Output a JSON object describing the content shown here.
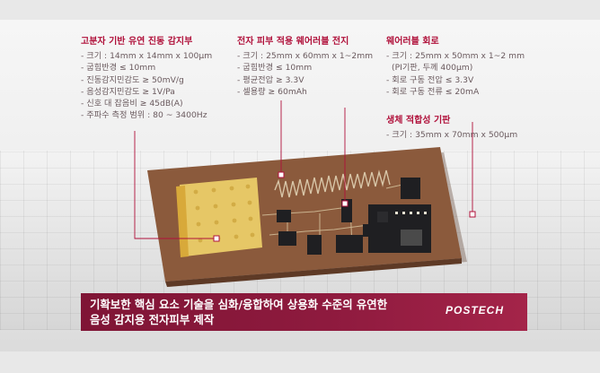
{
  "specs": {
    "sensor": {
      "title": "고분자 기반 유연 진동 감지부",
      "lines": [
        "- 크기 : 14mm x 14mm x 100μm",
        "- 굽힘반경 ≤ 10mm",
        "- 진동감지민감도 ≥ 50mV/g",
        "- 음성감지민감도 ≥ 1V/Pa",
        "- 신호 대 잡음비 ≥ 45dB(A)",
        "- 주파수 측정 범위 : 80 ~ 3400Hz"
      ]
    },
    "battery": {
      "title": "전자 피부 적용 웨어러블 전지",
      "lines": [
        "- 크기 : 25mm x 60mm x 1~2mm",
        "- 굽힘반경 ≤ 10mm",
        "- 평균전압 ≥ 3.3V",
        "- 셀용량 ≥ 60mAh"
      ]
    },
    "circuit": {
      "title": "웨어러블 회로",
      "lines": [
        "- 크기 : 25mm x 50mm x 1~2 mm",
        "(PI기판, 두께 400μm)",
        "- 회로 구동 전압 ≤ 3.3V",
        "- 회로 구동 전류 ≤ 20mA"
      ]
    },
    "substrate": {
      "title": "생체 적합성 기판",
      "lines": [
        "- 크기 : 35mm x 70mm x 500μm"
      ]
    }
  },
  "caption": {
    "line1": "기확보한 핵심 요소 기술을 심화/융합하여 상용화 수준의 유연한",
    "line2": "음성 감지용 전자피부 제작"
  },
  "logo": "POSTECH",
  "colors": {
    "accent": "#b0103a",
    "caption_bg": "#8a1a3c",
    "board": "#8b5a3c",
    "sensor_pad": "#e6c766"
  }
}
